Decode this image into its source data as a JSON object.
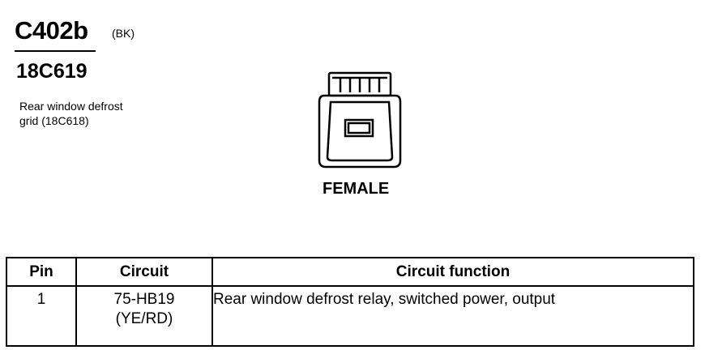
{
  "header": {
    "connector_id": "C402b",
    "connector_color": "(BK)",
    "part_number": "18C619",
    "component_description": [
      "Rear window defrost",
      "grid (18C618)"
    ]
  },
  "connector": {
    "gender": "FEMALE"
  },
  "pin_table": {
    "headers": [
      "Pin",
      "Circuit",
      "Circuit function"
    ],
    "rows": [
      {
        "pin": "1",
        "circuit": [
          "75-HB19",
          "(YE/RD)"
        ],
        "function": "Rear window defrost relay, switched power, output"
      }
    ]
  }
}
